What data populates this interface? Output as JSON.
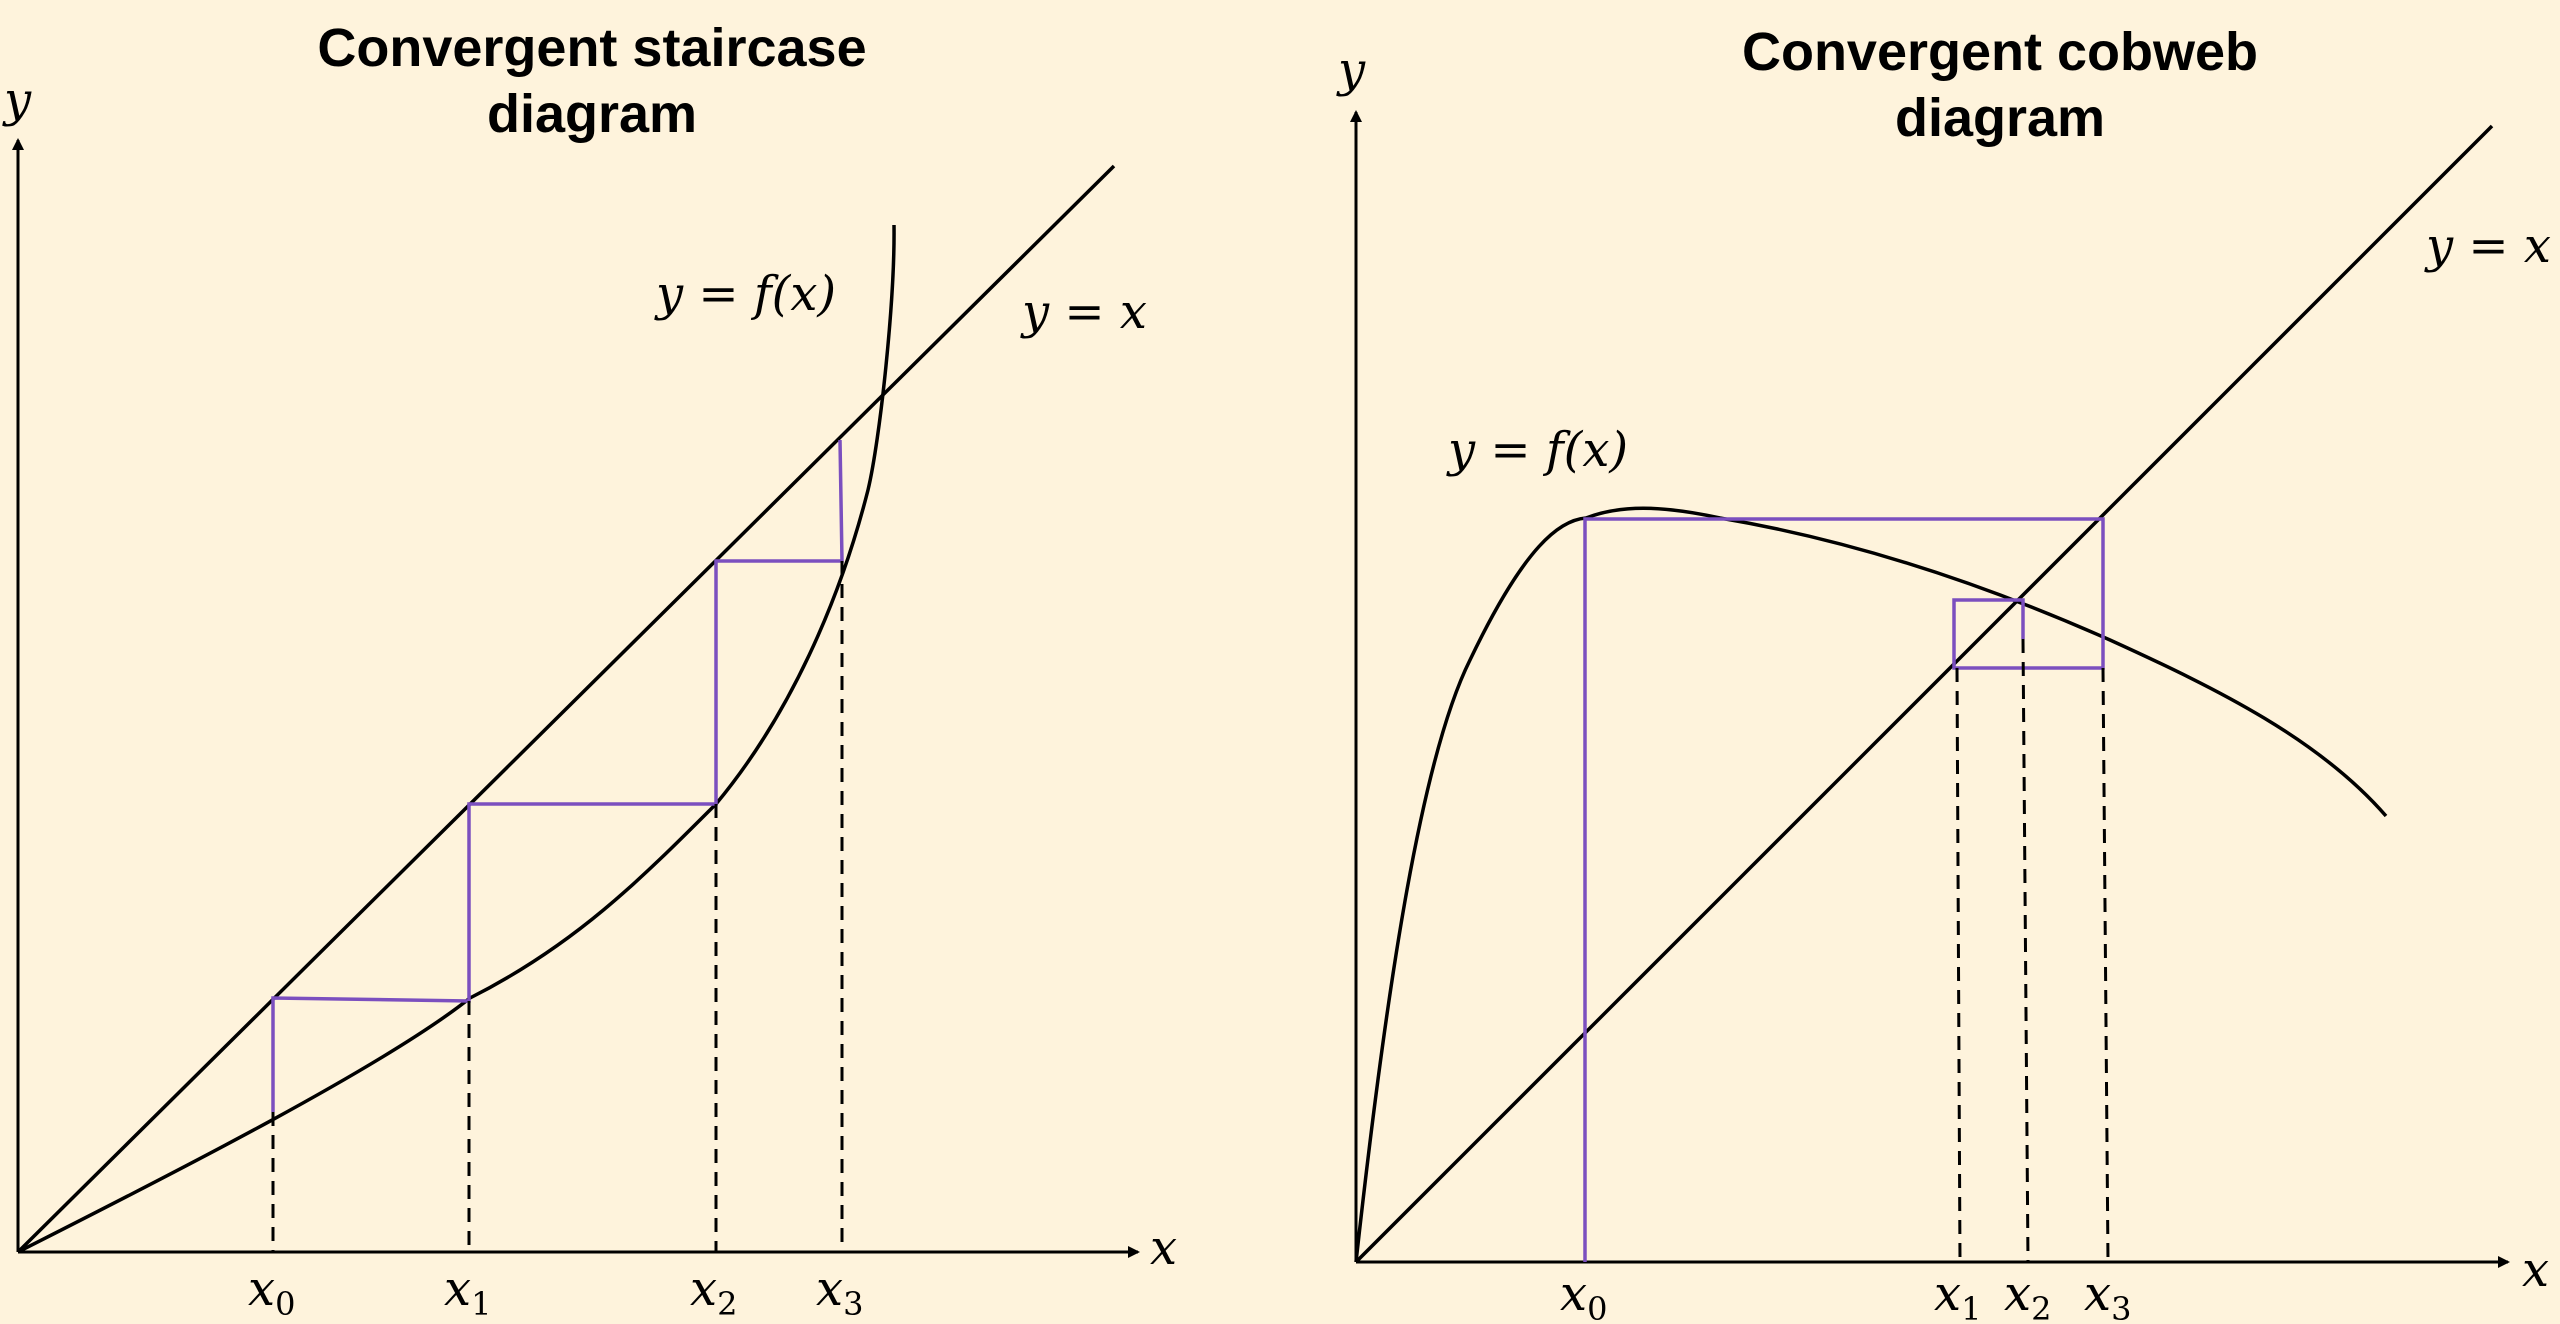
{
  "left": {
    "title_line1": "Convergent staircase",
    "title_line2": "diagram",
    "y_axis": "y",
    "x_axis": "x",
    "curve_label": "y = f(x)",
    "line_label": "y = x",
    "x_ticks": [
      {
        "base": "x",
        "sub": "0"
      },
      {
        "base": "x",
        "sub": "1"
      },
      {
        "base": "x",
        "sub": "2"
      },
      {
        "base": "x",
        "sub": "3"
      }
    ]
  },
  "right": {
    "title_line1": "Convergent cobweb",
    "title_line2": "diagram",
    "y_axis": "y",
    "x_axis": "x",
    "curve_label": "y = f(x)",
    "line_label": "y = x",
    "x_ticks": [
      {
        "base": "x",
        "sub": "0"
      },
      {
        "base": "x",
        "sub": "1"
      },
      {
        "base": "x",
        "sub": "2"
      },
      {
        "base": "x",
        "sub": "3"
      }
    ]
  },
  "colors": {
    "background": "#fef3dc",
    "web": "#7b4fbf",
    "ink": "#000000"
  }
}
